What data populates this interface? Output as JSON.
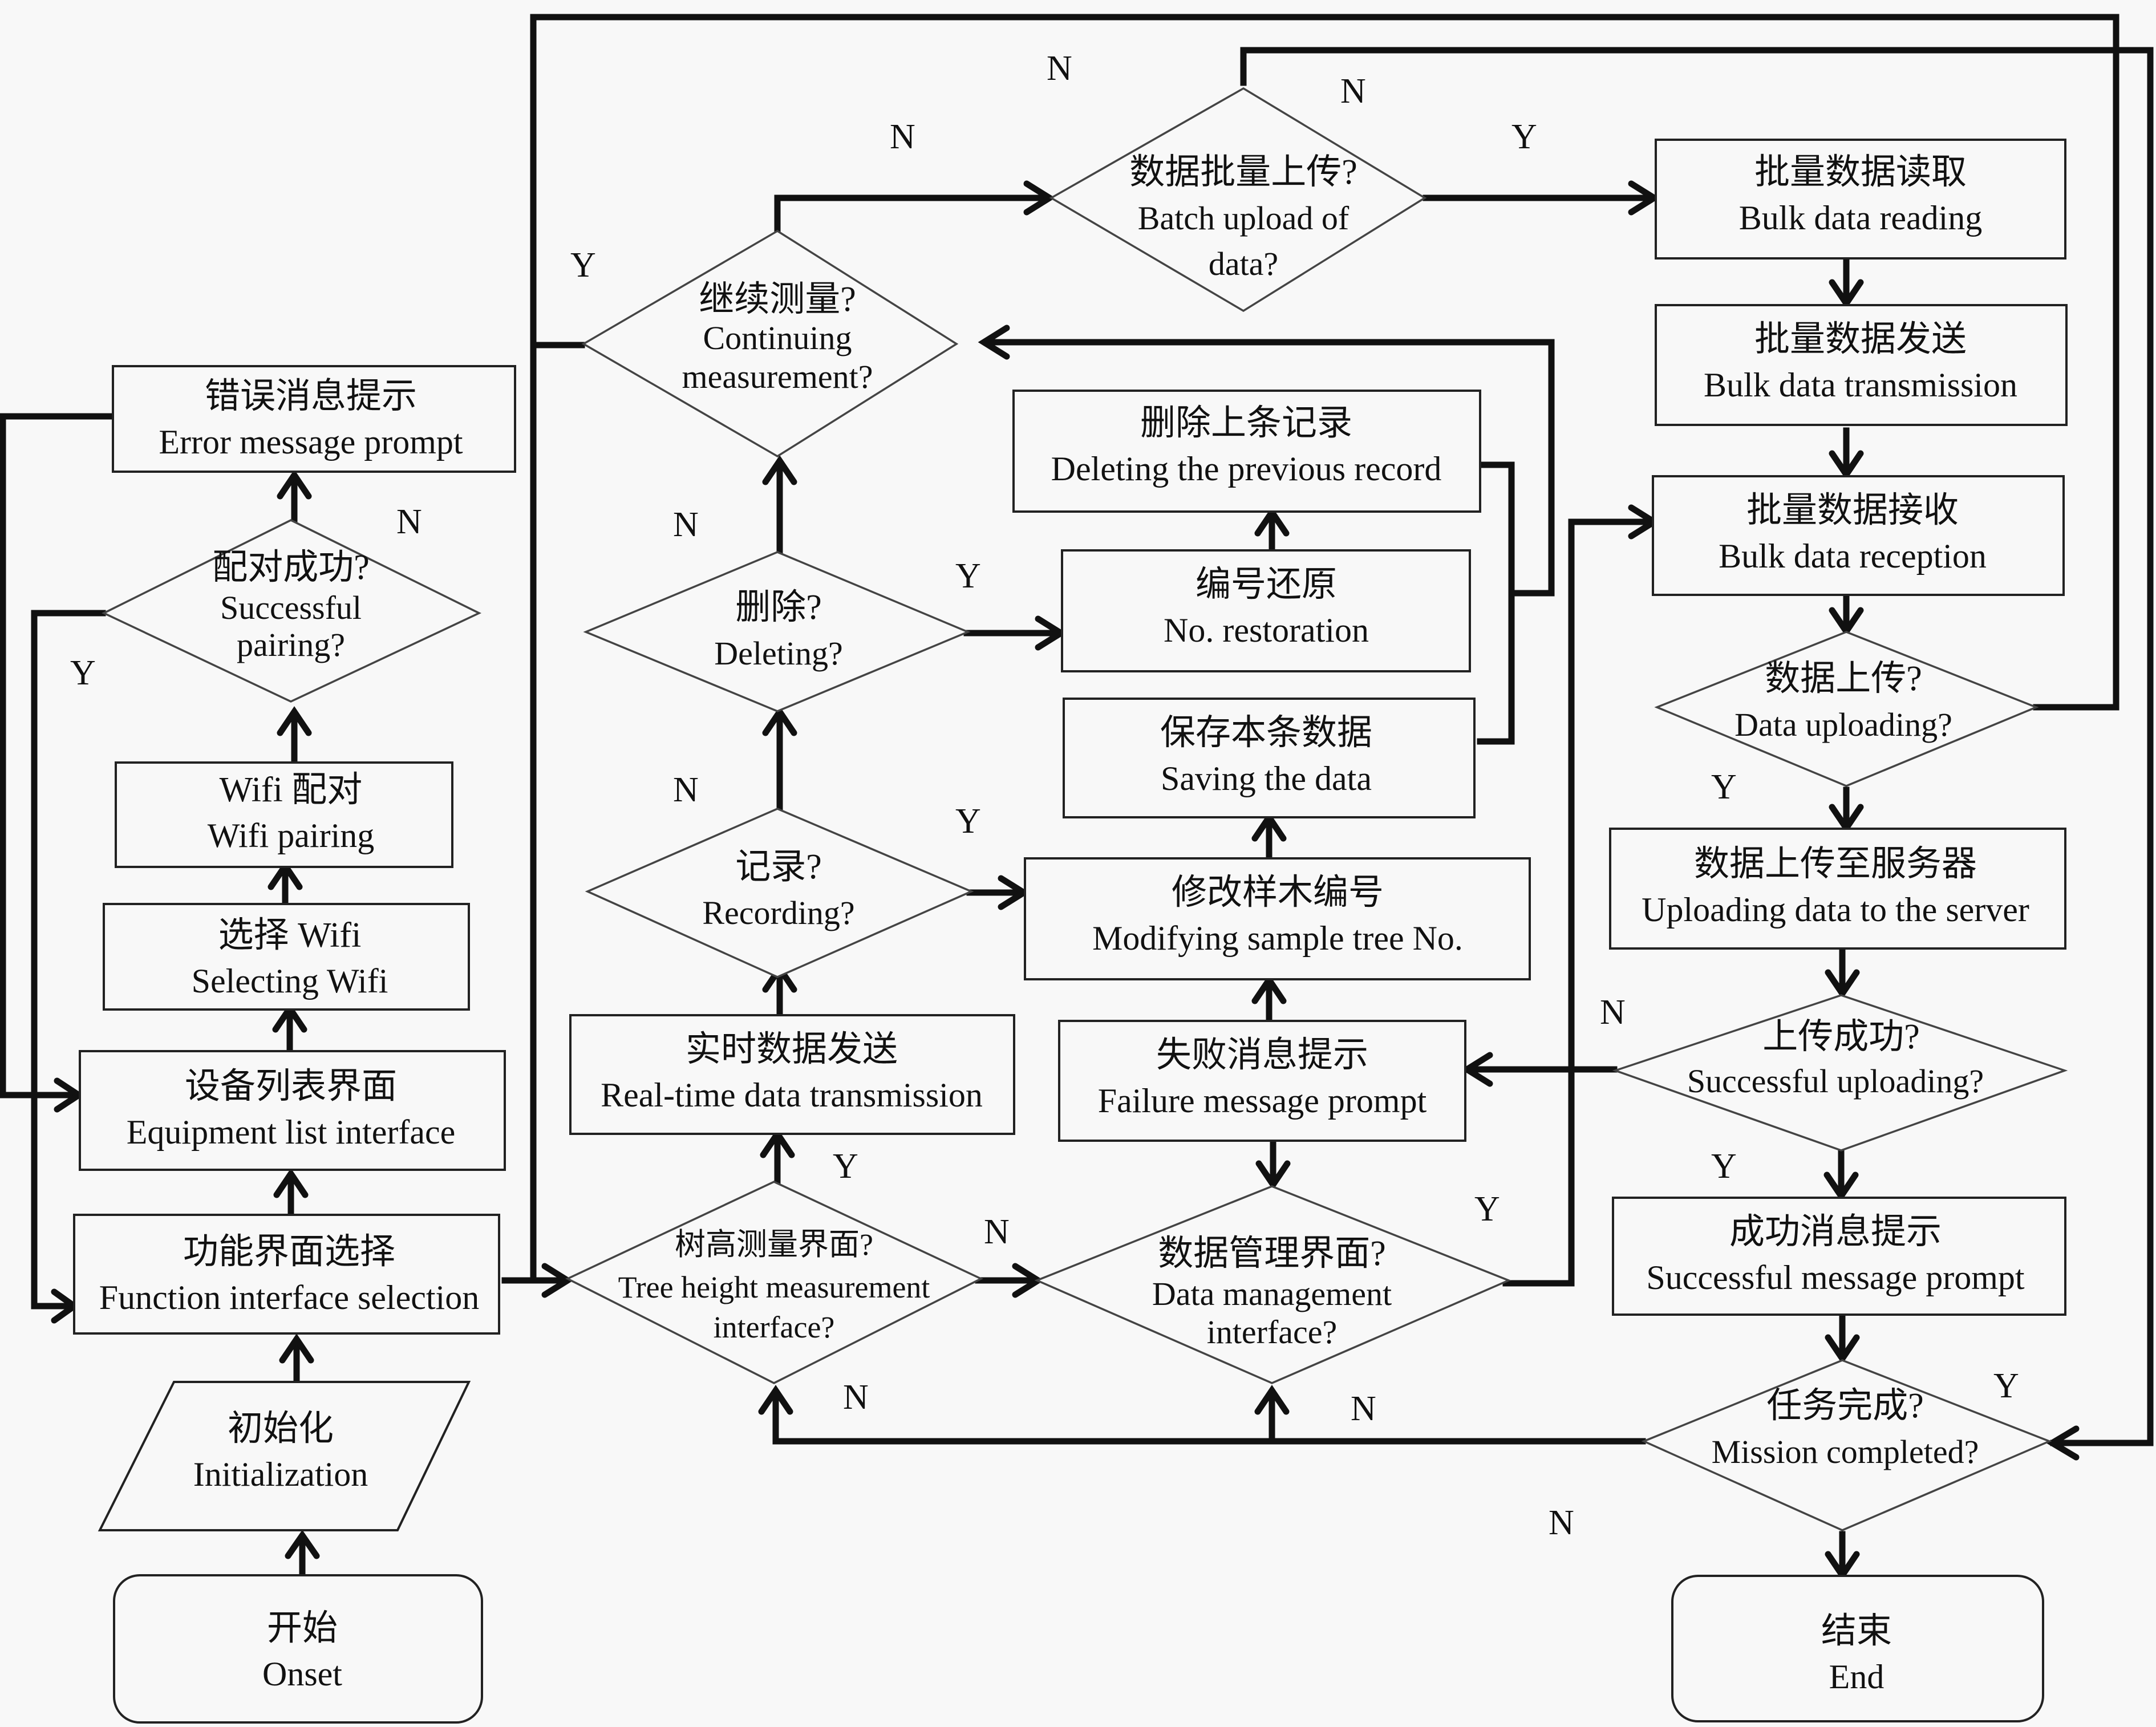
{
  "diagram": {
    "type": "flowchart",
    "nodes": {
      "onset": {
        "zh": "开始",
        "en": "Onset",
        "shape": "terminal"
      },
      "init": {
        "zh": "初始化",
        "en": "Initialization",
        "shape": "parallelogram"
      },
      "func_select": {
        "zh": "功能界面选择",
        "en": "Function interface selection",
        "shape": "process"
      },
      "equip_list": {
        "zh": "设备列表界面",
        "en": "Equipment list interface",
        "shape": "process"
      },
      "select_wifi": {
        "zh": "选择 Wifi",
        "en": "Selecting Wifi",
        "shape": "process"
      },
      "wifi_pair": {
        "zh": "Wifi 配对",
        "en": "Wifi pairing",
        "shape": "process"
      },
      "pair_ok": {
        "zh": "配对成功?",
        "en1": "Successful",
        "en2": "pairing?",
        "shape": "decision"
      },
      "error_msg": {
        "zh": "错误消息提示",
        "en": "Error message prompt",
        "shape": "process"
      },
      "tree_height": {
        "zh": "树高测量界面?",
        "en1": "Tree height measurement",
        "en2": "interface?",
        "shape": "decision"
      },
      "realtime_tx": {
        "zh": "实时数据发送",
        "en": "Real-time data transmission",
        "shape": "process"
      },
      "recording": {
        "zh": "记录?",
        "en": "Recording?",
        "shape": "decision"
      },
      "deleting": {
        "zh": "删除?",
        "en": "Deleting?",
        "shape": "decision"
      },
      "continue_meas": {
        "zh": "继续测量?",
        "en1": "Continuing",
        "en2": "measurement?",
        "shape": "decision"
      },
      "batch_upload": {
        "zh": "数据批量上传?",
        "en1": "Batch upload of",
        "en2": "data?",
        "shape": "decision"
      },
      "delete_prev": {
        "zh": "删除上条记录",
        "en": "Deleting the previous record",
        "shape": "process"
      },
      "no_restore": {
        "zh": "编号还原",
        "en": "No. restoration",
        "shape": "process"
      },
      "save_data": {
        "zh": "保存本条数据",
        "en": "Saving the data",
        "shape": "process"
      },
      "modify_no": {
        "zh": "修改样木编号",
        "en": "Modifying sample tree No.",
        "shape": "process"
      },
      "failure_msg": {
        "zh": "失败消息提示",
        "en": "Failure message prompt",
        "shape": "process"
      },
      "data_mgmt": {
        "zh": "数据管理界面?",
        "en1": "Data management",
        "en2": "interface?",
        "shape": "decision"
      },
      "bulk_read": {
        "zh": "批量数据读取",
        "en": "Bulk data reading",
        "shape": "process"
      },
      "bulk_tx": {
        "zh": "批量数据发送",
        "en": "Bulk data transmission",
        "shape": "process"
      },
      "bulk_rx": {
        "zh": "批量数据接收",
        "en": "Bulk data reception",
        "shape": "process"
      },
      "data_upload": {
        "zh": "数据上传?",
        "en": "Data uploading?",
        "shape": "decision"
      },
      "upload_server": {
        "zh": "数据上传至服务器",
        "en": "Uploading data to the server",
        "shape": "process"
      },
      "upload_ok": {
        "zh": "上传成功?",
        "en": "Successful uploading?",
        "shape": "decision"
      },
      "success_msg": {
        "zh": "成功消息提示",
        "en": "Successful message prompt",
        "shape": "process"
      },
      "mission_done": {
        "zh": "任务完成?",
        "en": "Mission completed?",
        "shape": "decision"
      },
      "end": {
        "zh": "结束",
        "en": "End",
        "shape": "terminal"
      }
    },
    "edges": [
      {
        "from": "onset",
        "to": "init"
      },
      {
        "from": "init",
        "to": "func_select"
      },
      {
        "from": "func_select",
        "to": "equip_list"
      },
      {
        "from": "equip_list",
        "to": "select_wifi"
      },
      {
        "from": "select_wifi",
        "to": "wifi_pair"
      },
      {
        "from": "wifi_pair",
        "to": "pair_ok"
      },
      {
        "from": "pair_ok",
        "to": "error_msg",
        "label": "N"
      },
      {
        "from": "pair_ok",
        "to": "func_select",
        "label": "Y"
      },
      {
        "from": "error_msg",
        "to": "equip_list"
      },
      {
        "from": "func_select",
        "to": "tree_height"
      },
      {
        "from": "tree_height",
        "to": "realtime_tx",
        "label": "Y"
      },
      {
        "from": "tree_height",
        "to": "data_mgmt",
        "label": "N"
      },
      {
        "from": "realtime_tx",
        "to": "recording"
      },
      {
        "from": "recording",
        "to": "modify_no",
        "label": "Y"
      },
      {
        "from": "recording",
        "to": "deleting",
        "label": "N"
      },
      {
        "from": "deleting",
        "to": "no_restore",
        "label": "Y"
      },
      {
        "from": "deleting",
        "to": "continue_meas",
        "label": "N"
      },
      {
        "from": "no_restore",
        "to": "delete_prev"
      },
      {
        "from": "modify_no",
        "to": "save_data"
      },
      {
        "from": "failure_msg",
        "to": "modify_no"
      },
      {
        "from": "delete_prev",
        "to": "continue_meas"
      },
      {
        "from": "save_data",
        "to": "continue_meas"
      },
      {
        "from": "continue_meas",
        "to": "func_select",
        "label": "Y"
      },
      {
        "from": "continue_meas",
        "to": "batch_upload",
        "label": "N"
      },
      {
        "from": "batch_upload",
        "to": "bulk_read",
        "label": "Y"
      },
      {
        "from": "batch_upload",
        "to": "mission_done",
        "label": "N"
      },
      {
        "from": "bulk_read",
        "to": "bulk_tx"
      },
      {
        "from": "bulk_tx",
        "to": "bulk_rx"
      },
      {
        "from": "bulk_rx",
        "to": "data_upload"
      },
      {
        "from": "data_upload",
        "to": "upload_server",
        "label": "Y"
      },
      {
        "from": "data_upload",
        "to": "func_select",
        "label": "N"
      },
      {
        "from": "upload_server",
        "to": "upload_ok"
      },
      {
        "from": "upload_ok",
        "to": "success_msg",
        "label": "Y"
      },
      {
        "from": "upload_ok",
        "to": "failure_msg",
        "label": "N"
      },
      {
        "from": "failure_msg",
        "to": "data_mgmt"
      },
      {
        "from": "data_mgmt",
        "to": "bulk_rx",
        "label": "Y"
      },
      {
        "from": "success_msg",
        "to": "mission_done"
      },
      {
        "from": "mission_done",
        "to": "end",
        "label": "Y"
      },
      {
        "from": "mission_done",
        "to": "tree_height",
        "label": "N"
      },
      {
        "from": "mission_done",
        "to": "data_mgmt",
        "label": "N"
      }
    ],
    "branch_labels": {
      "yes": "Y",
      "no": "N"
    }
  }
}
